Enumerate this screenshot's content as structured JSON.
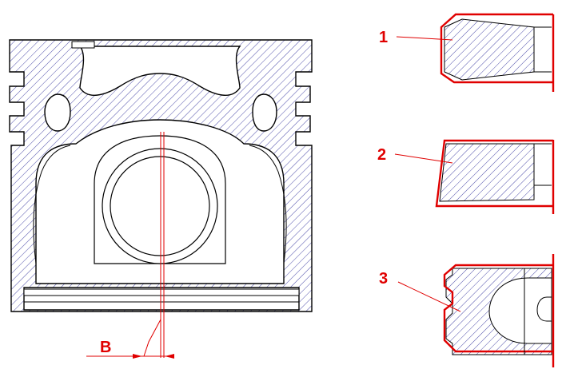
{
  "diagram": {
    "main_view": {
      "dimension_label": "B"
    },
    "details": [
      {
        "label": "1",
        "ring_shape": "keystone"
      },
      {
        "label": "2",
        "ring_shape": "half-keystone"
      },
      {
        "label": "3",
        "ring_shape": "oil-groove"
      }
    ],
    "colors": {
      "outline": "#000000",
      "hatch": "#3a3aa0",
      "highlight": "#e00000"
    }
  }
}
